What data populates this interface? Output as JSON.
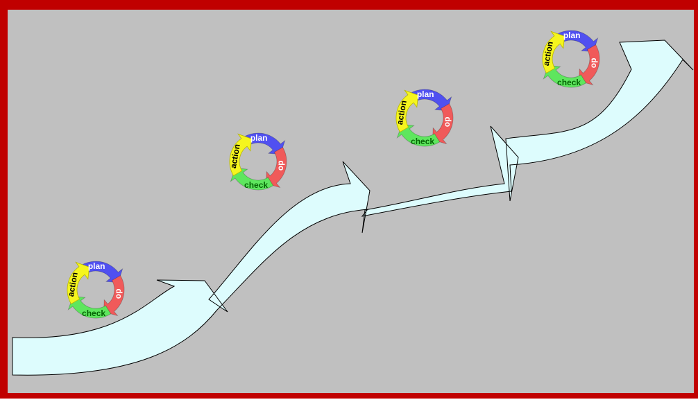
{
  "diagram": {
    "colors": {
      "frame": "#c00000",
      "background": "#c0c0c0",
      "arrow_fill": "#ddfcfd",
      "arrow_stroke": "#000000",
      "plan": "#5050f0",
      "do": "#f05a5a",
      "check": "#5ee65e",
      "action": "#f5f51e",
      "label_light": "#ffffff",
      "label_check": "#056405",
      "label_action": "#000000"
    },
    "cycles": [
      {
        "plan": "plan",
        "do": "do",
        "check": "check",
        "action": "action"
      },
      {
        "plan": "plan",
        "do": "do",
        "check": "check",
        "action": "action"
      },
      {
        "plan": "plan",
        "do": "do",
        "check": "check",
        "action": "action"
      },
      {
        "plan": "plan",
        "do": "do",
        "check": "check",
        "action": "action"
      }
    ]
  }
}
